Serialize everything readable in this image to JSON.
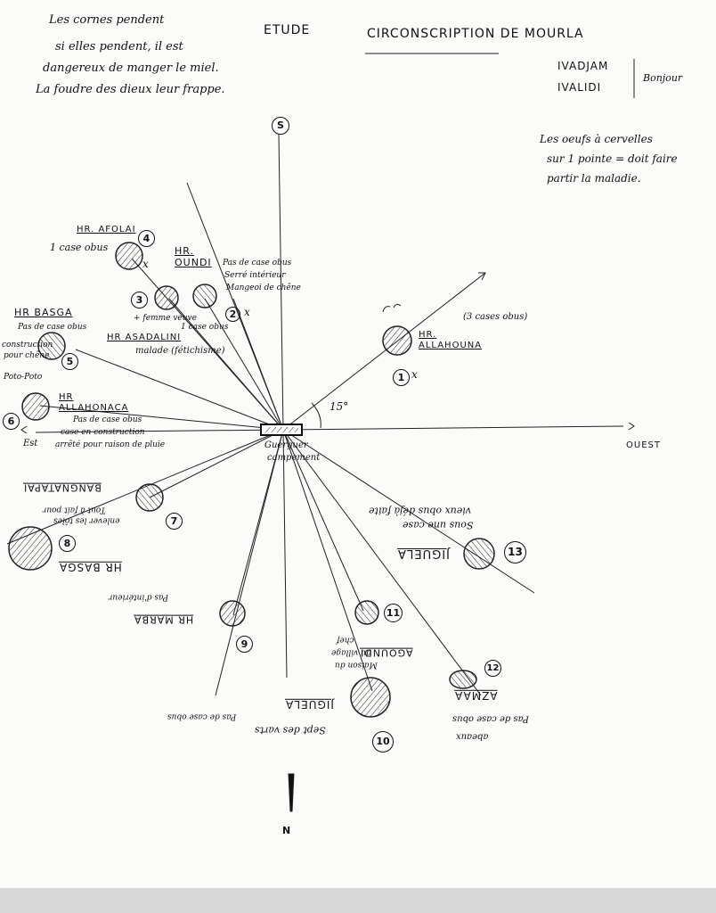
{
  "header": {
    "title_left": "ETUDE",
    "title_main": "CIRCONSCRIPTION DE MOURLA",
    "note_top_left": [
      "Les cornes pendent",
      "si elles pendent, il est",
      "dangereux de manger le miel.",
      "La foudre des dieux leur frappe."
    ],
    "names": [
      "IVADJAM",
      "IVALIDI"
    ],
    "bonjour": "Bonjour",
    "note_right": [
      "Les oeufs à cervelles",
      "sur 1 pointe = doit faire",
      "partir la maladie."
    ]
  },
  "compass": {
    "south": "S",
    "north": "N",
    "east": "Est",
    "west": "OUEST",
    "angle": "15°"
  },
  "center": {
    "label": [
      "Guerguer",
      "campement"
    ]
  },
  "sites": [
    {
      "n": "1",
      "name": "HR. ALLAHOUNA",
      "extra": "(3 cases obus)",
      "mark": "x"
    },
    {
      "n": "2",
      "name": "HR. OUNDI",
      "notes": [
        "Pas de case obus",
        "Serré intérieur",
        "Mangeoi de chêne"
      ],
      "mark": "x"
    },
    {
      "n": "3",
      "name": "HR ASADALINI",
      "notes": [
        "+ femme veuve",
        "1 case obus",
        "malade (fétichisme)"
      ]
    },
    {
      "n": "4",
      "name": "HR. AFOLAI",
      "notes": [
        "1 case obus"
      ],
      "mark": "x"
    },
    {
      "n": "5",
      "name": "HR BASGA",
      "notes": [
        "Pas de case obus",
        "construction",
        "pour chêne"
      ]
    },
    {
      "n": "6",
      "name": "HR ALLAHONACA",
      "notes": [
        "Poto-Poto",
        "Pas de case obus",
        "case en construction",
        "arrêté pour raison de pluie"
      ]
    },
    {
      "n": "7",
      "name": "BANGNATAPAI",
      "notes": [
        "Tout à fait pour",
        "enlever les tôles"
      ]
    },
    {
      "n": "8",
      "name": "HR BASGA"
    },
    {
      "n": "9",
      "name": "HR MARBA",
      "notes": [
        "Pas d'intérieur"
      ]
    },
    {
      "n": "10",
      "name": "JIGUELA",
      "notes": [
        "Sept des varts",
        "Pas de case obus"
      ]
    },
    {
      "n": "11",
      "name": "AGOUNDI",
      "notes": [
        "Maison du",
        "chef",
        "du village"
      ]
    },
    {
      "n": "12",
      "name": "AZMAA",
      "notes": [
        "Pas de case obus",
        "abeaux"
      ]
    },
    {
      "n": "13",
      "name": "JIGUELA",
      "notes": [
        "Sous une case",
        "vieux obus déjà faite"
      ]
    }
  ],
  "colors": {
    "ink": "#111111",
    "paper": "#fbfbfa",
    "border": "#d8d8d8"
  }
}
